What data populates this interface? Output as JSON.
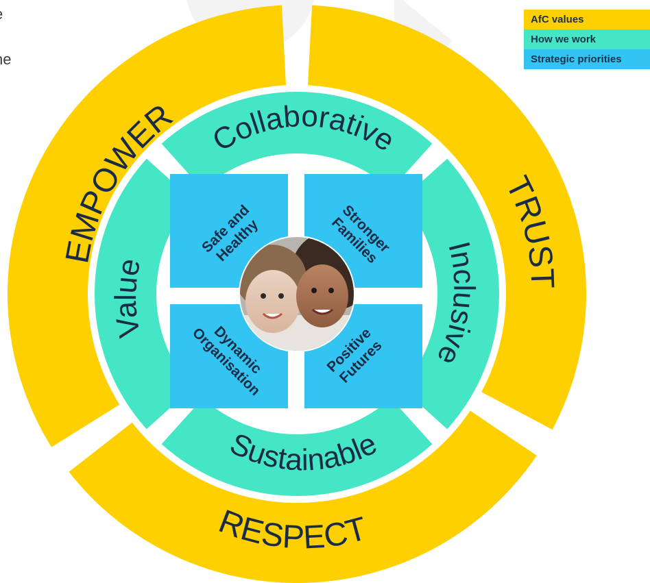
{
  "fragments": {
    "top": "e",
    "second": "ne"
  },
  "legend": [
    {
      "label": "AfC values",
      "color": "#FFD000"
    },
    {
      "label": "How we work",
      "color": "#45E6C6"
    },
    {
      "label": "Strategic priorities",
      "color": "#33C4F2"
    }
  ],
  "colors": {
    "values": "#FFD000",
    "how": "#45E6C6",
    "priorities": "#33C4F2",
    "text": "#1A2B45"
  },
  "values": {
    "empower": "EMPOWER",
    "trust": "TRUST",
    "respect": "RESPECT"
  },
  "how_we_work": {
    "collaborative": "Collaborative",
    "inclusive": "Inclusive",
    "sustainable": "Sustainable",
    "value": "Value"
  },
  "priorities": {
    "safe": [
      "Safe and",
      "Healthy"
    ],
    "stronger": [
      "Stronger",
      "Families"
    ],
    "dynamic": [
      "Dynamic",
      "Organisation"
    ],
    "positive": [
      "Positive",
      "Futures"
    ]
  },
  "center_image": "children-photo"
}
